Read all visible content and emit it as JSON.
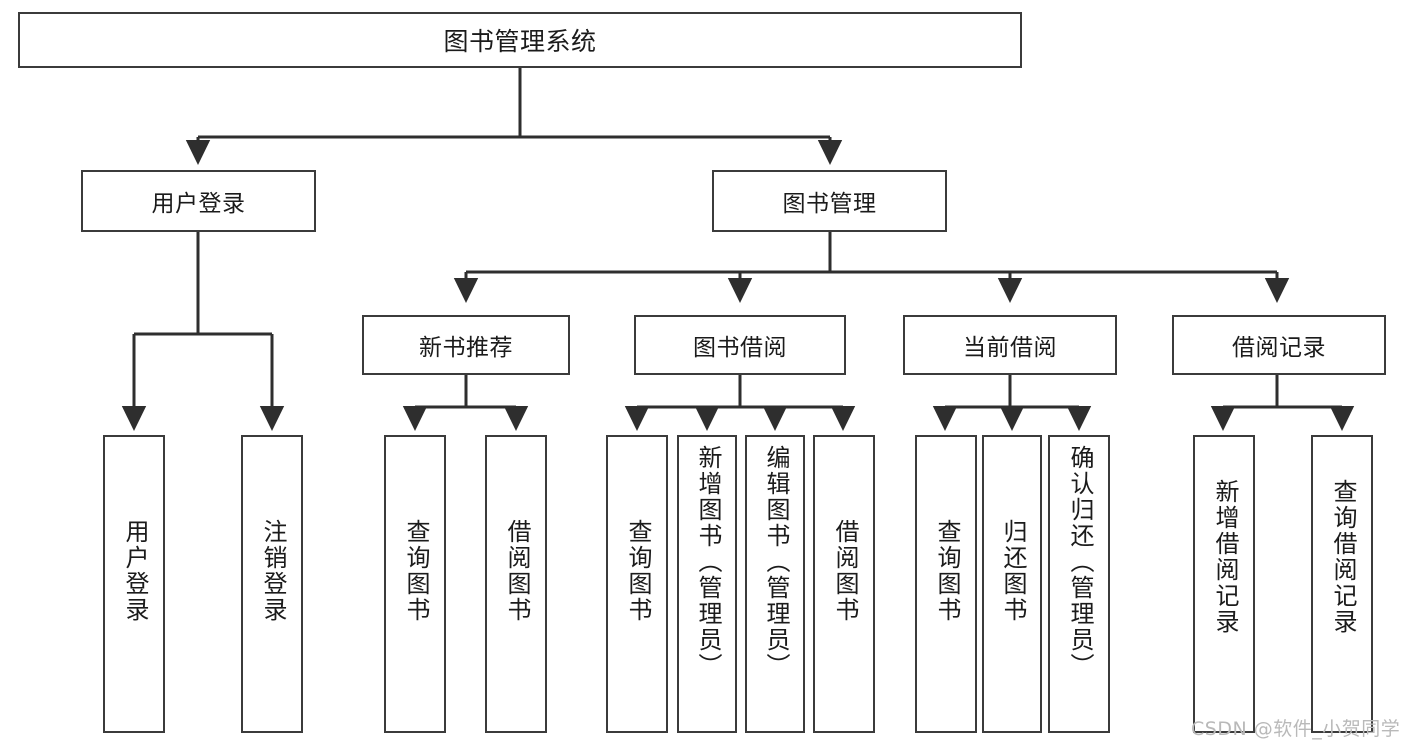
{
  "diagram": {
    "title": "图书管理系统",
    "type": "hierarchy-tree",
    "style": {
      "background": "#ffffff",
      "border_color": "#3b3b3b",
      "text_color": "#1b1b1b",
      "watermark_color": "#b9b9b9"
    },
    "levels": {
      "root": {
        "label": "图书管理系统"
      },
      "level1": [
        {
          "id": "user-login",
          "label": "用户登录"
        },
        {
          "id": "book-manage",
          "label": "图书管理"
        }
      ],
      "level2": [
        {
          "id": "new-book-recommend",
          "label": "新书推荐",
          "parent": "book-manage"
        },
        {
          "id": "book-borrow",
          "label": "图书借阅",
          "parent": "book-manage"
        },
        {
          "id": "current-borrow",
          "label": "当前借阅",
          "parent": "book-manage"
        },
        {
          "id": "borrow-record",
          "label": "借阅记录",
          "parent": "book-manage"
        }
      ],
      "leaves": [
        {
          "id": "leaf-user-login",
          "label": "用户登录",
          "parent": "user-login"
        },
        {
          "id": "leaf-logout-login",
          "label": "注销登录",
          "parent": "user-login"
        },
        {
          "id": "leaf-query-book-1",
          "label": "查询图书",
          "parent": "new-book-recommend"
        },
        {
          "id": "leaf-borrow-book-1",
          "label": "借阅图书",
          "parent": "new-book-recommend"
        },
        {
          "id": "leaf-query-book-2",
          "label": "查询图书",
          "parent": "book-borrow"
        },
        {
          "id": "leaf-add-book",
          "label": "新增图书（管理员）",
          "parent": "book-borrow"
        },
        {
          "id": "leaf-edit-book",
          "label": "编辑图书（管理员）",
          "parent": "book-borrow"
        },
        {
          "id": "leaf-borrow-book-2",
          "label": "借阅图书",
          "parent": "book-borrow"
        },
        {
          "id": "leaf-query-book-3",
          "label": "查询图书",
          "parent": "current-borrow"
        },
        {
          "id": "leaf-return-book",
          "label": "归还图书",
          "parent": "current-borrow"
        },
        {
          "id": "leaf-confirm-return",
          "label": "确认归还（管理员）",
          "parent": "current-borrow"
        },
        {
          "id": "leaf-add-record",
          "label": "新增借阅记录",
          "parent": "borrow-record"
        },
        {
          "id": "leaf-query-record",
          "label": "查询借阅记录",
          "parent": "borrow-record"
        }
      ]
    },
    "watermark": "CSDN @软件_小贺同学"
  }
}
